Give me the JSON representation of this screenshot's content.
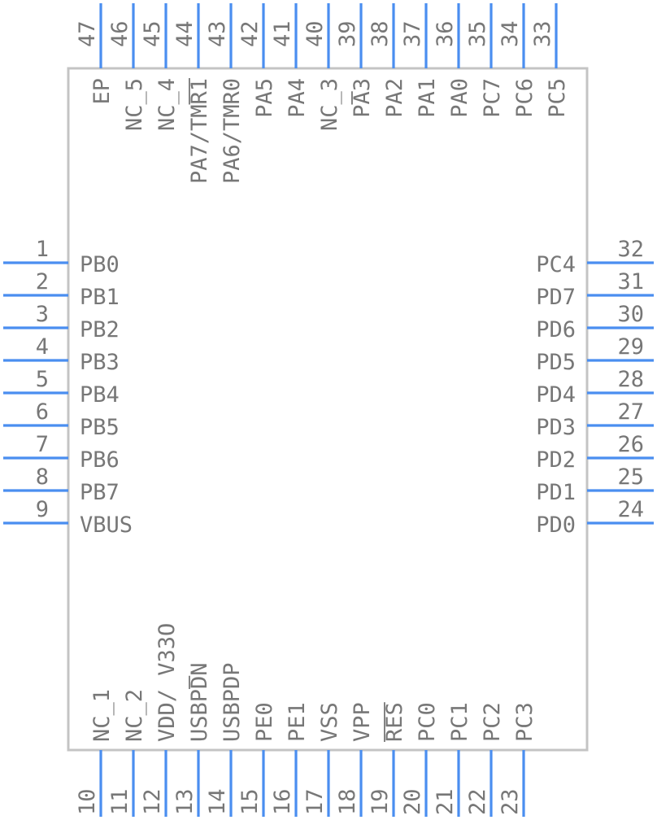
{
  "colors": {
    "pin": "#4a8ef0",
    "outline": "#c4c4c4",
    "text": "#777777",
    "background": "#ffffff"
  },
  "pins": {
    "left": [
      {
        "num": "1",
        "name": "PB0"
      },
      {
        "num": "2",
        "name": "PB1"
      },
      {
        "num": "3",
        "name": "PB2"
      },
      {
        "num": "4",
        "name": "PB3"
      },
      {
        "num": "5",
        "name": "PB4"
      },
      {
        "num": "6",
        "name": "PB5"
      },
      {
        "num": "7",
        "name": "PB6"
      },
      {
        "num": "8",
        "name": "PB7"
      },
      {
        "num": "9",
        "name": "VBUS"
      }
    ],
    "right": [
      {
        "num": "32",
        "name": "PC4"
      },
      {
        "num": "31",
        "name": "PD7"
      },
      {
        "num": "30",
        "name": "PD6"
      },
      {
        "num": "29",
        "name": "PD5"
      },
      {
        "num": "28",
        "name": "PD4"
      },
      {
        "num": "27",
        "name": "PD3"
      },
      {
        "num": "26",
        "name": "PD2"
      },
      {
        "num": "25",
        "name": "PD1"
      },
      {
        "num": "24",
        "name": "PD0"
      }
    ],
    "top": [
      {
        "num": "47",
        "name": "EP"
      },
      {
        "num": "46",
        "name": "NC_5"
      },
      {
        "num": "45",
        "name": "NC_4"
      },
      {
        "num": "44",
        "name": "PA7/TMR1"
      },
      {
        "num": "43",
        "name": "PA6/TMR0"
      },
      {
        "num": "42",
        "name": "PA5"
      },
      {
        "num": "41",
        "name": "PA4"
      },
      {
        "num": "40",
        "name": "NC_3"
      },
      {
        "num": "39",
        "name": "PA3"
      },
      {
        "num": "38",
        "name": "PA2"
      },
      {
        "num": "37",
        "name": "PA1"
      },
      {
        "num": "36",
        "name": "PA0"
      },
      {
        "num": "35",
        "name": "PC7"
      },
      {
        "num": "34",
        "name": "PC6"
      },
      {
        "num": "33",
        "name": "PC5"
      }
    ],
    "bottom": [
      {
        "num": "10",
        "name": "NC_1"
      },
      {
        "num": "11",
        "name": "NC_2"
      },
      {
        "num": "12",
        "name": "VDD/ V33O"
      },
      {
        "num": "13",
        "name": "USBPDN"
      },
      {
        "num": "14",
        "name": "USBPDP"
      },
      {
        "num": "15",
        "name": "PE0"
      },
      {
        "num": "16",
        "name": "PE1"
      },
      {
        "num": "17",
        "name": "VSS"
      },
      {
        "num": "18",
        "name": "VPP"
      },
      {
        "num": "19",
        "name": "RES"
      },
      {
        "num": "20",
        "name": "PC0"
      },
      {
        "num": "21",
        "name": "PC1"
      },
      {
        "num": "22",
        "name": "PC2"
      },
      {
        "num": "23",
        "name": "PC3"
      }
    ]
  }
}
